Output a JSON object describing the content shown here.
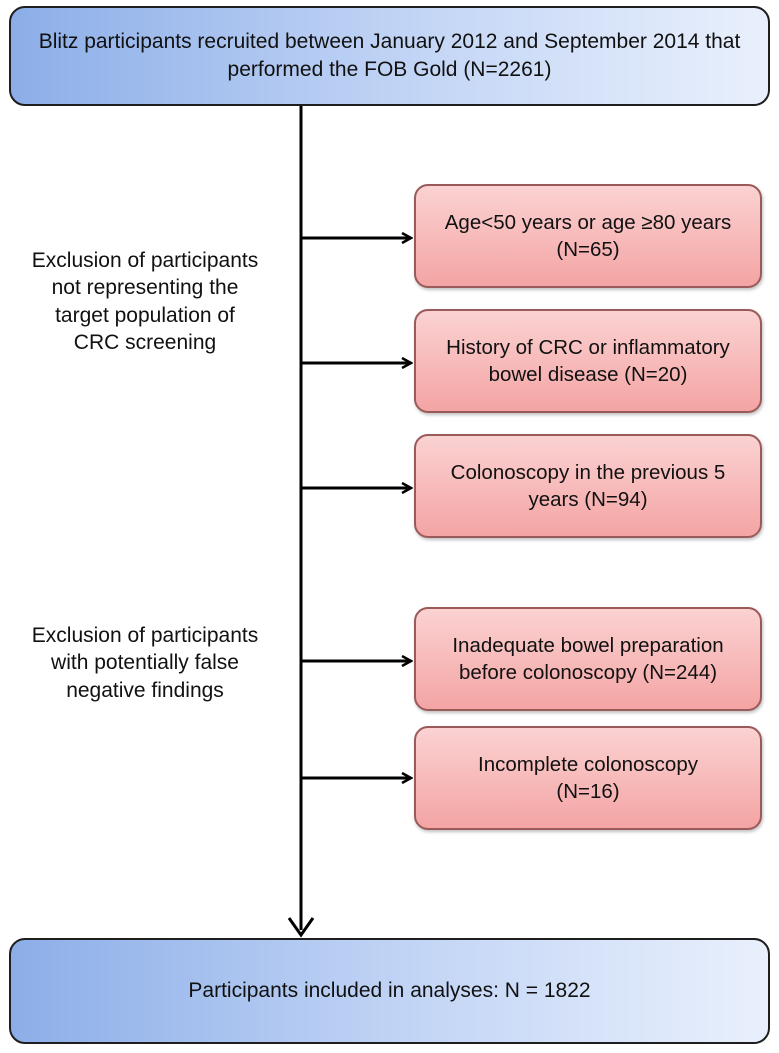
{
  "top_box": {
    "text": "Blitz participants recruited between January 2012 and September 2014 that performed the FOB Gold (N=2261)"
  },
  "exclusion_groups": [
    {
      "label": "Exclusion of participants not representing the target population of CRC screening",
      "items": [
        "Age<50 years or  age ≥80 years (N=65)",
        "History of CRC or inflammatory bowel disease (N=20)",
        "Colonoscopy in the previous 5 years (N=94)"
      ]
    },
    {
      "label": "Exclusion of participants with potentially false negative findings",
      "items": [
        "Inadequate bowel preparation before colonoscopy (N=244)",
        "Incomplete colonoscopy (N=16)"
      ]
    }
  ],
  "bottom_box": {
    "text": "Participants included in analyses: N = 1822"
  }
}
